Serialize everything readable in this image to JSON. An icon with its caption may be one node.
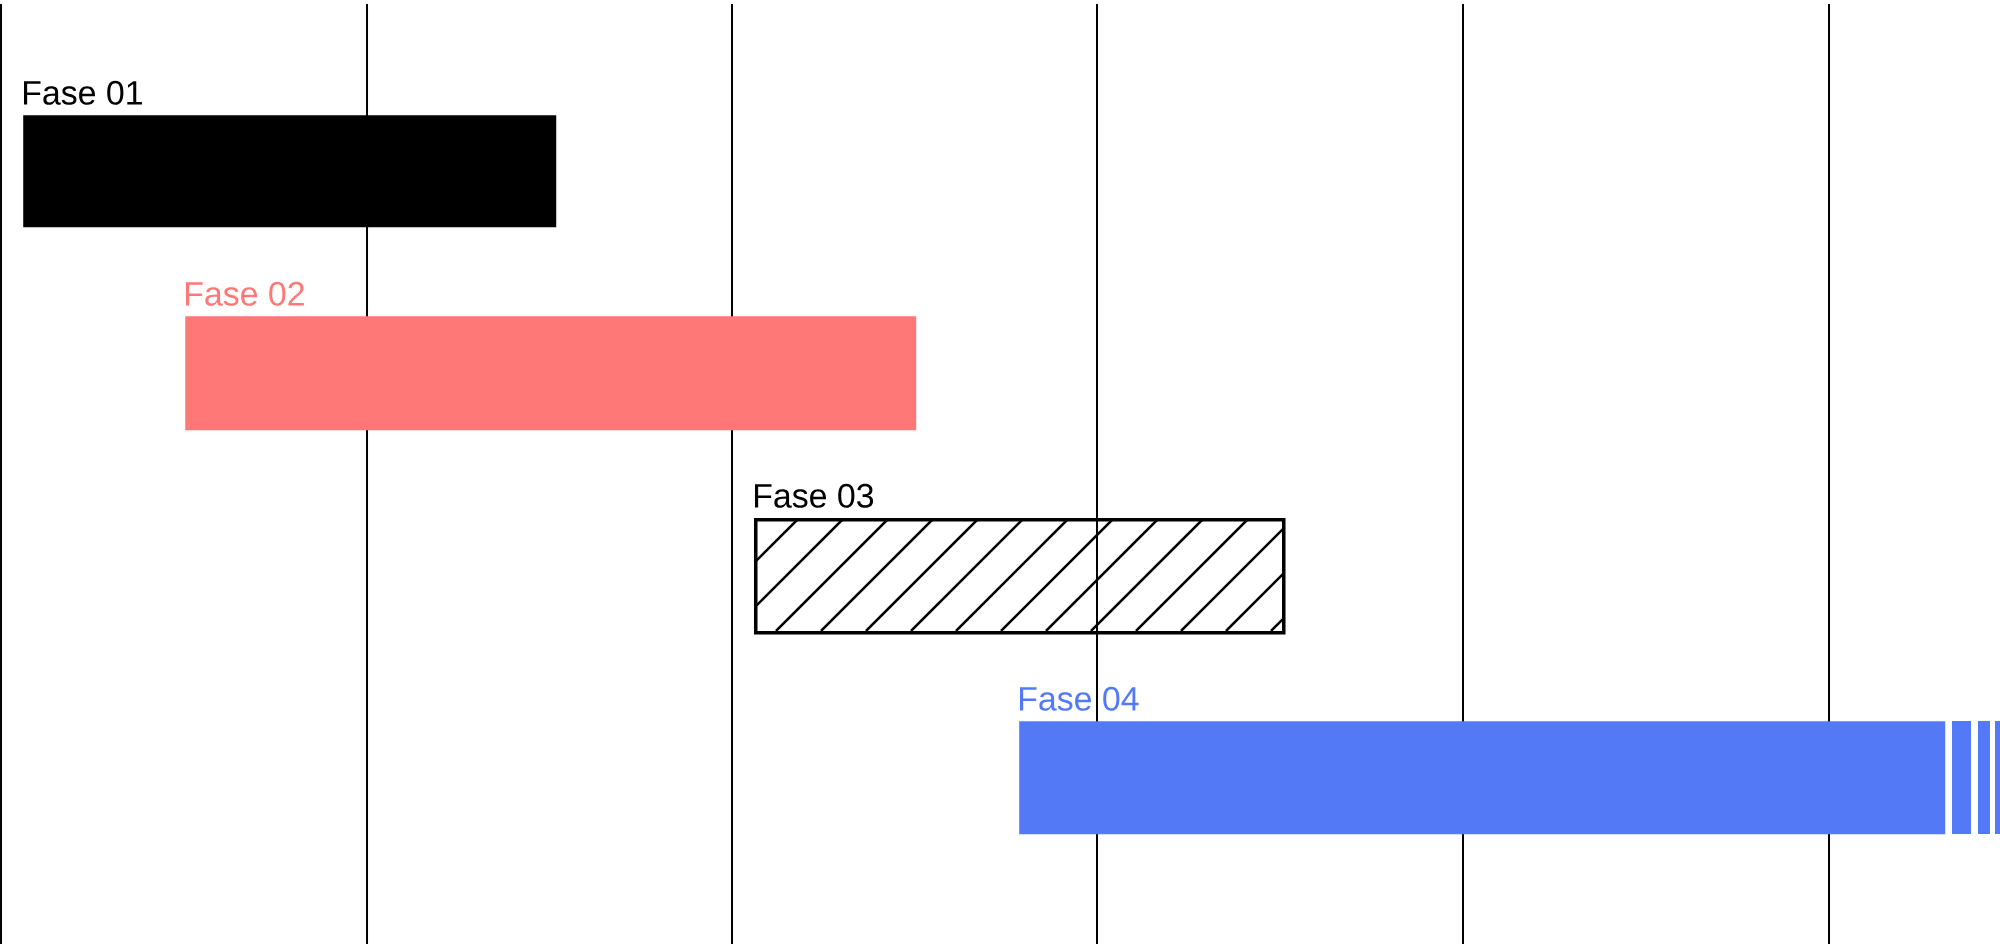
{
  "diagram": {
    "nodes": [
      {
        "text": [
          "Fase 01"
        ]
      },
      {
        "text": [
          "Fase 02"
        ]
      },
      {
        "text": [
          "Fase 03"
        ]
      },
      {
        "text": [
          "Fase 04"
        ]
      }
    ]
  }
}
